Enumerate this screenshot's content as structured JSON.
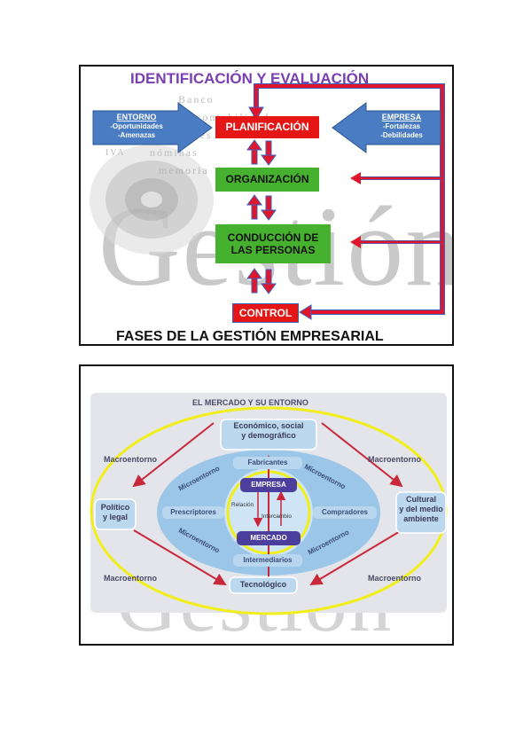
{
  "top_panel": {
    "title": "IDENTIFICACIÓN Y EVALUACIÓN",
    "footer": "FASES DE LA GESTIÓN EMPRESARIAL",
    "background_word": "Gestión",
    "background_faint_words": [
      "Banco",
      "clientes",
      "contabilidad",
      "nóminas",
      "memoria",
      "IVA"
    ],
    "entorno": {
      "title": "ENTORNO",
      "items": [
        "-Oportunidades",
        "-Amenazas"
      ]
    },
    "empresa": {
      "title": "EMPRESA",
      "items": [
        "-Fortalezas",
        "-Debilidades"
      ]
    },
    "phases": [
      "PLANIFICACIÓN",
      "ORGANIZACIÓN",
      "CONDUCCIÓN DE LAS PERSONAS",
      "CONTROL"
    ],
    "phase_lines": {
      "conduccion_1": "CONDUCCIÓN DE",
      "conduccion_2": "LAS PERSONAS"
    },
    "colors": {
      "title": "#7a3fb0",
      "red": "#e41616",
      "green": "#46b02f",
      "blue": "#4a7cc4",
      "feedback": "#e0162a"
    }
  },
  "bottom_panel": {
    "title": "EL MERCADO Y SU ENTORNO",
    "background_word": "Gestión",
    "macro": {
      "economico_1": "Económico, social",
      "economico_2": "y demográfico",
      "politico_1": "Político",
      "politico_2": "y legal",
      "cultural_1": "Cultural",
      "cultural_2": "y del medio",
      "cultural_3": "ambiente",
      "tecnologico": "Tecnológico"
    },
    "macroentorno_label": "Macroentorno",
    "microentorno_label": "Microentorno",
    "micro_items": {
      "fabricantes": "Fabricantes",
      "prescriptores": "Prescriptores",
      "compradores": "Compradores",
      "intermediarios": "Intermediarios"
    },
    "core": {
      "empresa": "EMPRESA",
      "mercado": "MERCADO",
      "relacion": "Relación",
      "intercambio": "Intercambio"
    },
    "colors": {
      "ellipse": "#f2ee1a",
      "macro_box": "#bcd8ee",
      "micro": "#8ec1e6",
      "core": "#4c3e9c",
      "arrows": "#c8283a"
    }
  }
}
